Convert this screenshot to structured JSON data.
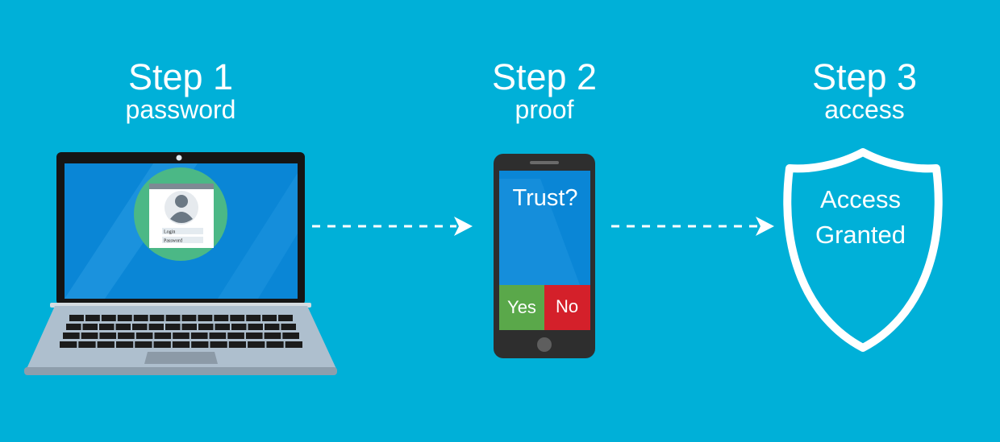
{
  "steps": [
    {
      "number": "Step 1",
      "label": "password"
    },
    {
      "number": "Step 2",
      "label": "proof"
    },
    {
      "number": "Step 3",
      "label": "access"
    }
  ],
  "laptop": {
    "login_label": "Login",
    "password_label": "Password"
  },
  "phone": {
    "prompt": "Trust?",
    "yes_label": "Yes",
    "no_label": "No"
  },
  "shield": {
    "line1": "Access",
    "line2": "Granted"
  },
  "colors": {
    "background": "#00b0d8",
    "screen": "#0a86d6",
    "yes": "#5aa84a",
    "no": "#d4202a",
    "avatar_circle": "#4bb886"
  }
}
